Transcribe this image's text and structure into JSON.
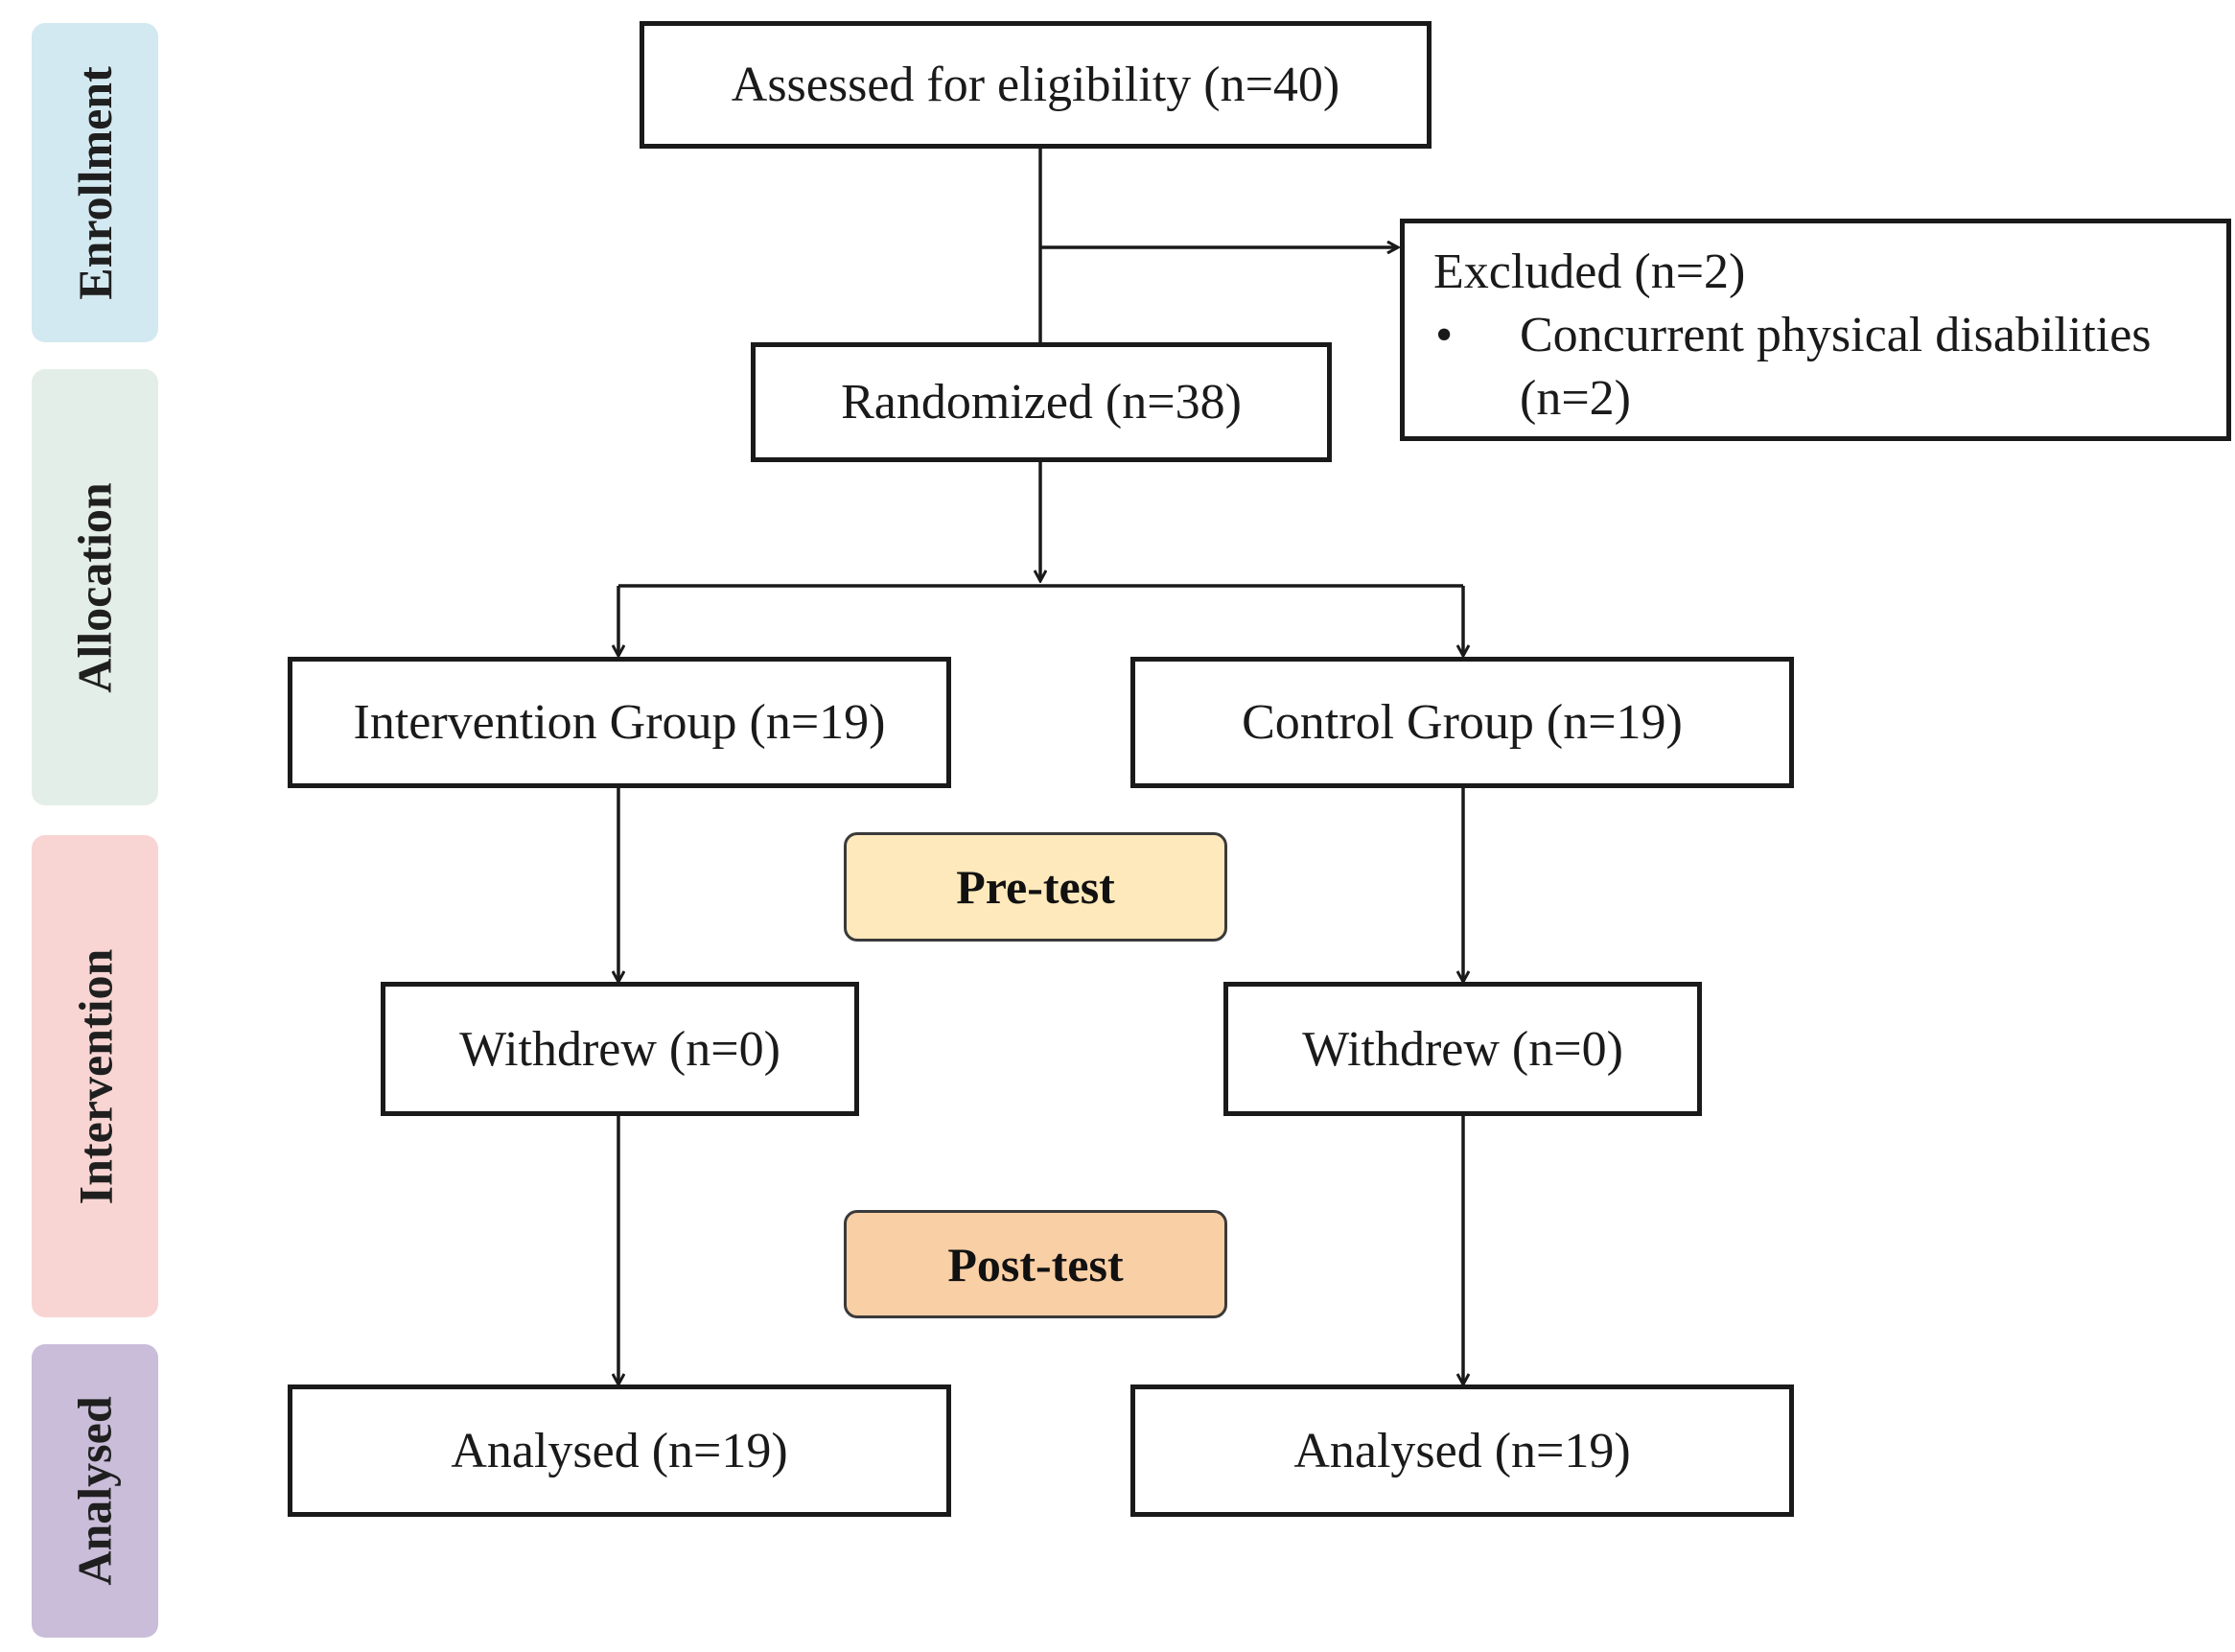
{
  "stages": [
    {
      "id": "enrollment",
      "label": "Enrollment",
      "color": "#d3e9f1"
    },
    {
      "id": "allocation",
      "label": "Allocation",
      "color": "#e4eee8"
    },
    {
      "id": "intervention",
      "label": "Intervention",
      "color": "#f8d5d3"
    },
    {
      "id": "analysed",
      "label": "Analysed",
      "color": "#c9bdd9"
    }
  ],
  "boxes": {
    "assessed": "Assessed for eligibility (n=40)",
    "excluded": {
      "title": "Excluded (n=2)",
      "bullet": "•",
      "items": [
        "Concurrent physical disabilities (n=2)"
      ]
    },
    "randomized": "Randomized (n=38)",
    "intervention_group": "Intervention Group (n=19)",
    "control_group": "Control Group (n=19)",
    "withdrew_intervention": "Withdrew (n=0)",
    "withdrew_control": "Withdrew (n=0)",
    "analysed_intervention": "Analysed (n=19)",
    "analysed_control": "Analysed (n=19)"
  },
  "tests": {
    "pre": {
      "label": "Pre-test",
      "color": "#fde9bb"
    },
    "post": {
      "label": "Post-test",
      "color": "#f9cfa6"
    }
  },
  "colors": {
    "line": "#1a1a1a",
    "box_border": "#1a1a1a"
  }
}
